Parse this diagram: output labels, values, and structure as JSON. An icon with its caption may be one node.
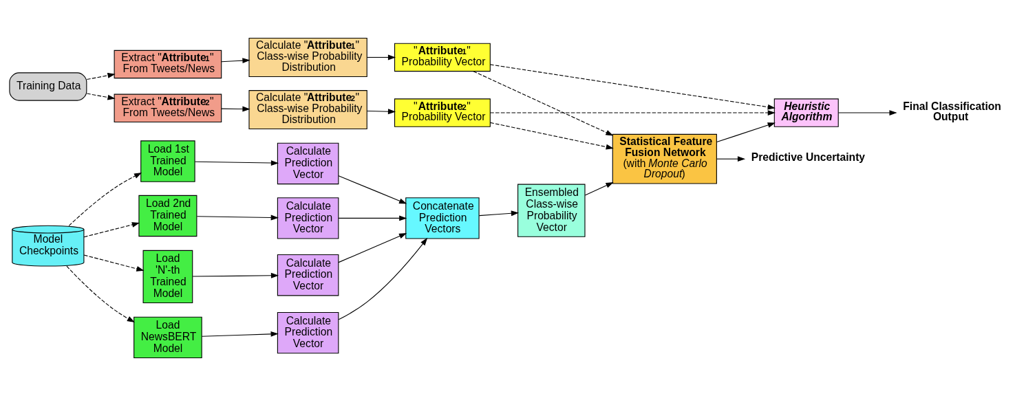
{
  "diagram": {
    "nodes": [
      {
        "text": [
          "Model Checkpoints"
        ]
      },
      {
        "text": [
          "Training Data"
        ]
      },
      {
        "text": [
          "Extract \"**Attribute$_{1}$**\" From Tweets/News"
        ]
      },
      {
        "text": [
          "Calculate \"**Attribute$_{1}$**\" Class-wise Probability Distribution"
        ]
      },
      {
        "text": [
          "\"**Attribute$_{1}$**\" Probability Vector"
        ]
      },
      {
        "text": [
          "Extract \"**Attribute$_{2}$**\" From Tweets/News"
        ]
      },
      {
        "text": [
          "Calculate \"**Attribute$_{2}$**\" Class-wise Probability Distribution"
        ]
      },
      {
        "text": [
          "\"**Attribute$_{2}$**\" Probability Vector"
        ]
      },
      {
        "text": [
          "Load 1st Trained Model"
        ]
      },
      {
        "text": [
          "Calculate Prediction Vector"
        ]
      },
      {
        "text": [
          "Load 2nd Trained Model"
        ]
      },
      {
        "text": [
          "Calculate Prediction Vector"
        ]
      },
      {
        "text": [
          "Load 'N'-th Trained Model"
        ]
      },
      {
        "text": [
          "Calculate Prediction Vector"
        ]
      },
      {
        "text": [
          "Load NewsBERT Model"
        ]
      },
      {
        "text": [
          "Calculate Prediction Vector"
        ]
      },
      {
        "text": [
          "Concatenate Prediction Vectors"
        ]
      },
      {
        "text": [
          "Ensembled Class-wise Probability Vector"
        ]
      },
      {
        "text": [
          "Statistical Feature Fusion Network",
          "(with *Monte Carlo Dropout*)"
        ]
      },
      {
        "text": [
          "Heuristic Algorithm"
        ]
      },
      {
        "text": [
          "Final Classification Output"
        ]
      },
      {
        "text": [
          "Predictive Uncertainty"
        ]
      }
    ],
    "edges": [
      {
        "from": 1,
        "to": 2,
        "arrow": "to",
        "style": "dashed"
      },
      {
        "from": 1,
        "to": 5,
        "arrow": "to",
        "style": "dashed"
      },
      {
        "from": 0,
        "to": 8,
        "arrow": "to",
        "style": "dashed"
      },
      {
        "from": 0,
        "to": 10,
        "arrow": "to",
        "style": "dashed"
      },
      {
        "from": 0,
        "to": 12,
        "arrow": "to",
        "style": "dashed"
      },
      {
        "from": 0,
        "to": 14,
        "arrow": "to",
        "style": "dashed"
      },
      {
        "from": 2,
        "to": 3,
        "arrow": "to"
      },
      {
        "from": 3,
        "to": 4,
        "arrow": "to"
      },
      {
        "from": 5,
        "to": 6,
        "arrow": "to"
      },
      {
        "from": 6,
        "to": 7,
        "arrow": "to"
      },
      {
        "from": 8,
        "to": 9,
        "arrow": "to"
      },
      {
        "from": 10,
        "to": 11,
        "arrow": "to"
      },
      {
        "from": 12,
        "to": 13,
        "arrow": "to"
      },
      {
        "from": 14,
        "to": 15,
        "arrow": "to"
      },
      {
        "from": 9,
        "to": 16,
        "arrow": "to"
      },
      {
        "from": 11,
        "to": 16,
        "arrow": "to"
      },
      {
        "from": 13,
        "to": 16,
        "arrow": "to"
      },
      {
        "from": 15,
        "to": 16,
        "arrow": "to"
      },
      {
        "from": 16,
        "to": 17,
        "arrow": "to"
      },
      {
        "from": 17,
        "to": 18,
        "arrow": "to"
      },
      {
        "from": 4,
        "to": 18,
        "arrow": "to",
        "style": "dashed"
      },
      {
        "from": 7,
        "to": 18,
        "arrow": "to",
        "style": "dashed"
      },
      {
        "from": 4,
        "to": 19,
        "arrow": "to",
        "style": "dashed"
      },
      {
        "from": 7,
        "to": 19,
        "arrow": "to",
        "style": "dashed"
      },
      {
        "from": 18,
        "to": 19,
        "arrow": "to"
      },
      {
        "from": 19,
        "to": 20,
        "arrow": "to"
      },
      {
        "from": 18,
        "to": 21,
        "arrow": "to"
      }
    ]
  }
}
